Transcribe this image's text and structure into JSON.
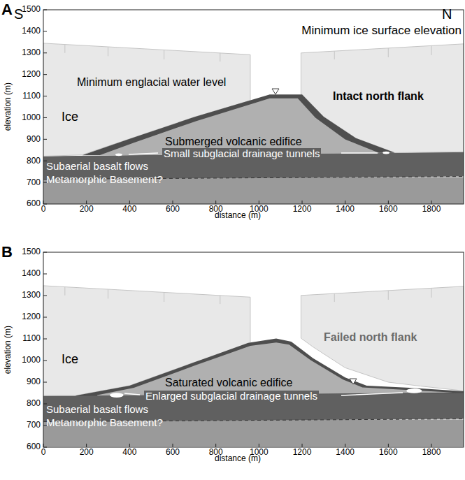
{
  "diagram": {
    "labels": [
      "A",
      "S",
      "N",
      "Minimum ice surface elevation",
      "Minimum englacial water level",
      "Intact north flank",
      "Ice",
      "Submerged volcanic edifice",
      "Small subglacial drainage tunnels",
      "Subaerial basalt flows",
      "Metamorphic Basement?",
      "elevation (m)",
      "1500",
      "1400",
      "1300",
      "1200",
      "1100",
      "1000",
      "900",
      "800",
      "700",
      "600",
      "0",
      "200",
      "400",
      "600",
      "800",
      "1000",
      "1200",
      "1400",
      "1600",
      "1800",
      "distance (m)",
      "B",
      "Ice",
      "Failed north flank",
      "Saturated volcanic edifice",
      "Enlarged subglacial drainage tunnels",
      "Subaerial basalt flows",
      "Metamorphic Basement?",
      "elevation (m)",
      "1500",
      "1400",
      "1300",
      "1200",
      "1100",
      "1000",
      "900",
      "800",
      "700",
      "600",
      "0",
      "200",
      "400",
      "600",
      "800",
      "1000",
      "1200",
      "1400",
      "1600",
      "1800",
      "distance (m)"
    ]
  }
}
